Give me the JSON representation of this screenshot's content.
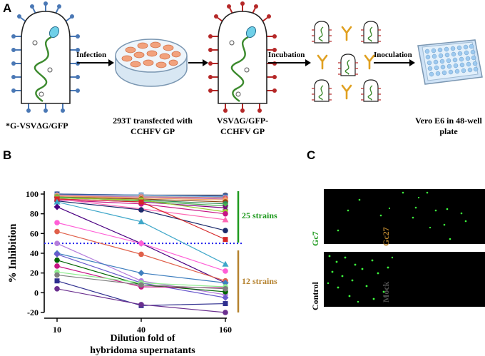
{
  "panel_a": {
    "letter": "A",
    "captions": {
      "pseudovirus": "*G-VSVΔG/GFP",
      "cells": "293T transfected with CCHFV GP",
      "recombinant": "VSVΔG/GFP-CCHFV GP",
      "plate": "Vero E6 in 48-well plate"
    },
    "arrows": {
      "infection": "Infection",
      "incubation": "Incubation",
      "inoculation": "Inoculation"
    }
  },
  "panel_b": {
    "letter": "B",
    "bracket_green": "25 strains",
    "bracket_brown": "12 strains",
    "colors": {
      "green": "#1e9a1e",
      "brown": "#b5822e",
      "threshold": "#2222ee"
    }
  },
  "panel_c": {
    "letter": "C",
    "labels": {
      "gc7": "Gc7",
      "gc27": "Gc27",
      "control": "Control",
      "mock": "Mock"
    },
    "colors": {
      "gc7": "#1e9a1e",
      "gc27": "#b5822e",
      "control": "#000000",
      "mock": "#555555"
    }
  },
  "chart_data": {
    "type": "line",
    "title": "",
    "xlabel": "Dilution fold of hybridoma supernatants",
    "ylabel": "% Inhibition",
    "categories": [
      "10",
      "40",
      "160"
    ],
    "yticks": [
      -20,
      0,
      20,
      40,
      60,
      80,
      100
    ],
    "ylim": [
      -20,
      100
    ],
    "threshold": 50,
    "series": [
      {
        "values": [
          100,
          99,
          99
        ],
        "color": "#888888",
        "marker": "circle"
      },
      {
        "values": [
          100,
          99,
          98
        ],
        "color": "#1a3d8f",
        "marker": "square"
      },
      {
        "values": [
          99,
          99,
          97
        ],
        "color": "#6fa8dc",
        "marker": "square"
      },
      {
        "values": [
          99,
          98,
          96
        ],
        "color": "#b0b0b0",
        "marker": "circle"
      },
      {
        "values": [
          98,
          97,
          96
        ],
        "color": "#e06060",
        "marker": "circle"
      },
      {
        "values": [
          99,
          97,
          95
        ],
        "color": "#c080c0",
        "marker": "triangle"
      },
      {
        "values": [
          98,
          96,
          94
        ],
        "color": "#f4a460",
        "marker": "circle"
      },
      {
        "values": [
          97,
          95,
          92
        ],
        "color": "#8b4513",
        "marker": "circle"
      },
      {
        "values": [
          96,
          94,
          90
        ],
        "color": "#2e8b57",
        "marker": "circle"
      },
      {
        "values": [
          97,
          93,
          88
        ],
        "color": "#4caf50",
        "marker": "square"
      },
      {
        "values": [
          95,
          92,
          86
        ],
        "color": "#800080",
        "marker": "x"
      },
      {
        "values": [
          96,
          94,
          82
        ],
        "color": "#9acd32",
        "marker": "square"
      },
      {
        "values": [
          94,
          90,
          80
        ],
        "color": "#c71585",
        "marker": "circle"
      },
      {
        "values": [
          95,
          85,
          74
        ],
        "color": "#ff69b4",
        "marker": "triangle"
      },
      {
        "values": [
          93,
          84,
          63
        ],
        "color": "#1b2a6b",
        "marker": "circle"
      },
      {
        "values": [
          95,
          92,
          54
        ],
        "color": "#d62728",
        "marker": "square"
      },
      {
        "values": [
          92,
          72,
          29
        ],
        "color": "#3fa7c9",
        "marker": "triangle"
      },
      {
        "values": [
          87,
          50,
          10
        ],
        "color": "#4b0082",
        "marker": "diamond"
      },
      {
        "values": [
          71,
          50,
          22
        ],
        "color": "#ff5fd7",
        "marker": "circle"
      },
      {
        "values": [
          62,
          39,
          12
        ],
        "color": "#e0604a",
        "marker": "circle"
      },
      {
        "values": [
          50,
          12,
          -2
        ],
        "color": "#b57edc",
        "marker": "circle"
      },
      {
        "values": [
          40,
          20,
          10
        ],
        "color": "#3f7fbf",
        "marker": "diamond"
      },
      {
        "values": [
          39,
          10,
          -5
        ],
        "color": "#6a5acd",
        "marker": "diamond"
      },
      {
        "values": [
          33,
          8,
          1
        ],
        "color": "#006400",
        "marker": "circle"
      },
      {
        "values": [
          27,
          6,
          5
        ],
        "color": "#c71585",
        "marker": "circle"
      },
      {
        "values": [
          21,
          10,
          6
        ],
        "color": "#90ee90",
        "marker": "circle"
      },
      {
        "values": [
          18,
          8,
          4
        ],
        "color": "#7f7f7f",
        "marker": "circle"
      },
      {
        "values": [
          12,
          -13,
          -11
        ],
        "color": "#2f2f8f",
        "marker": "square"
      },
      {
        "values": [
          4,
          -12,
          -20
        ],
        "color": "#6a2f8f",
        "marker": "circle"
      }
    ]
  }
}
